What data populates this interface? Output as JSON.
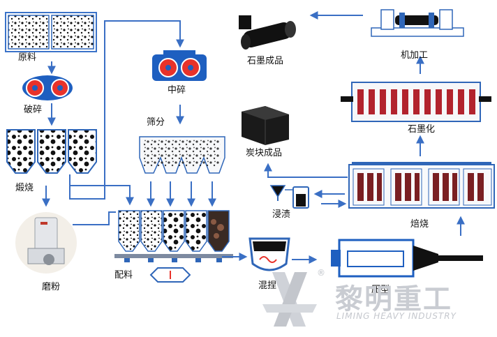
{
  "labels": {
    "raw": "原料",
    "crush": "破碎",
    "calcine": "煅烧",
    "grind": "磨粉",
    "medium_crush": "中碎",
    "screen": "筛分",
    "batching": "配料",
    "kneading": "混捏",
    "pressing": "压型",
    "roasting": "焙烧",
    "impregnation": "浸渍",
    "carbon_product": "炭块成品",
    "graphitization": "石墨化",
    "machining": "机加工",
    "graphite_product": "石墨成品"
  },
  "watermark": {
    "brand_cn": "黎明重工",
    "brand_en": "LIMING HEAVY INDUSTRY",
    "registered": "®"
  },
  "colors": {
    "arrow": "#3a6fc4",
    "line": "#4a7fd0",
    "hopper": "#2f66b8",
    "crusher_body": "#1e5fc0",
    "crusher_disc": "#e8322a",
    "graphite_red": "#b2232d",
    "dark": "#111111"
  }
}
